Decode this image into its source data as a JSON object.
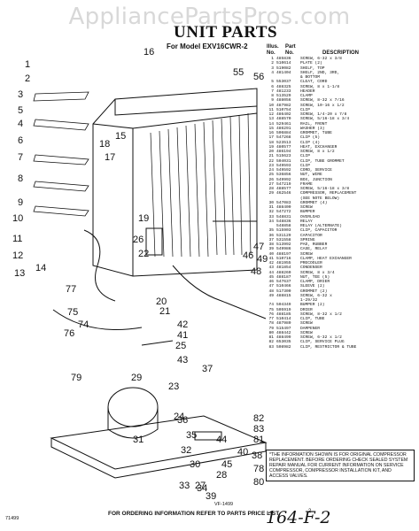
{
  "watermark": "AppliancePartsPros.com",
  "title": "UNIT PARTS",
  "model": "For Model EXV16CWR-2",
  "columns": {
    "illus": "Illus.",
    "no": "No.",
    "part": "Part",
    "part_no": "No.",
    "description": "DESCRIPTION"
  },
  "parts": [
    [
      "1",
      "485836",
      "SCREW, 6-32 x 3/8"
    ],
    [
      "2",
      "510614",
      "PLATE (2)"
    ],
    [
      "3",
      "519082",
      "SHELF, TOP"
    ],
    [
      "4",
      "481404",
      "SHELF, 2ND, 3RD,"
    ],
    [
      "",
      "",
      "& BOTTOM"
    ],
    [
      "5",
      "553037",
      "CLEAT, CORD"
    ],
    [
      "6",
      "488325",
      "SCREW, 8 x 1-1/8"
    ],
    [
      "7",
      "481233",
      "HEADER"
    ],
    [
      "8",
      "513529",
      "CLAMP"
    ],
    [
      "9",
      "488056",
      "SCREW, 8-32 x 7/16"
    ],
    [
      "10",
      "487982",
      "SCREW, 10-16 x 1/2"
    ],
    [
      "11",
      "510754",
      "CLIP"
    ],
    [
      "12",
      "486402",
      "SCREW, 1/4-20 x 7/8"
    ],
    [
      "13",
      "488570",
      "SCREW, 5/16-18 x 3/4"
    ],
    [
      "14",
      "529461",
      "RAIL, FRONT"
    ],
    [
      "15",
      "486291",
      "WASHER (3)"
    ],
    [
      "16",
      "506884",
      "GROMMET, TUBE"
    ],
    [
      "17",
      "547268",
      "CLIP (5)"
    ],
    [
      "18",
      "523513",
      "CLIP (4)"
    ],
    [
      "19",
      "480577",
      "HEAT, EXCHANGER"
    ],
    [
      "20",
      "486194",
      "SCREW, 8 x 1/2"
    ],
    [
      "21",
      "515623",
      "CLIP"
    ],
    [
      "22",
      "504031",
      "CLIP, TUBE GROMMET"
    ],
    [
      "23",
      "549593",
      "CLIP"
    ],
    [
      "24",
      "549592",
      "CORD, SERVICE"
    ],
    [
      "25",
      "536856",
      "NUT, WIRE"
    ],
    [
      "26",
      "549992",
      "BOX, JUNCTION"
    ],
    [
      "27",
      "547219",
      "FRAME"
    ],
    [
      "28",
      "488577",
      "SCREW, 5/16-18 x 3/8"
    ],
    [
      "29",
      "462546",
      "COMPRESSOR, REPLACEMENT"
    ],
    [
      "",
      "",
      "(SEE NOTE BELOW)"
    ],
    [
      "30",
      "547083",
      "GROMMET (4)"
    ],
    [
      "31",
      "488400",
      "SCREW"
    ],
    [
      "32",
      "547272",
      "BUMPER"
    ],
    [
      "33",
      "548831",
      "OVERLOAD"
    ],
    [
      "34",
      "548836",
      "RELAY"
    ],
    [
      "",
      "548858",
      "RELAY (ALTERNATE)"
    ],
    [
      "35",
      "515903",
      "CLIP, CAPACITOR"
    ],
    [
      "36",
      "531129",
      "CAPACITOR"
    ],
    [
      "37",
      "531558",
      "SPRING"
    ],
    [
      "38",
      "513992",
      "PAD, RUBBER"
    ],
    [
      "39",
      "549986",
      "CASE, RELAY"
    ],
    [
      "40",
      "488197",
      "SCREW"
    ],
    [
      "41",
      "510716",
      "CLAMP, HEAT EXCHANGER"
    ],
    [
      "42",
      "481955",
      "PRECOOLER"
    ],
    [
      "43",
      "481854",
      "CONDENSER"
    ],
    [
      "44",
      "488260",
      "SCREW, 8 x 3/4"
    ],
    [
      "45",
      "488187",
      "NUT, TEE (5)"
    ],
    [
      "46",
      "547637",
      "CLAMP, DRIER"
    ],
    [
      "47",
      "510466",
      "SLEEVE (2)"
    ],
    [
      "48",
      "517300",
      "GROMMET (2)"
    ],
    [
      "49",
      "488815",
      "SCREW, 6-32 x"
    ],
    [
      "",
      "",
      "1-29/32"
    ],
    [
      "74",
      "504349",
      "BUMPER (2)"
    ],
    [
      "75",
      "505919",
      "DRIER"
    ],
    [
      "76",
      "488185",
      "SCREW, 8-32 x 1/2"
    ],
    [
      "77",
      "510414",
      "CLIP, TUBE"
    ],
    [
      "78",
      "487980",
      "SCREW"
    ],
    [
      "79",
      "515497",
      "DAMPENER"
    ],
    [
      "80",
      "488442",
      "SCREW"
    ],
    [
      "81",
      "488499",
      "SCREW, 6-32 x 1/2"
    ],
    [
      "82",
      "653035",
      "CLIP, SERVICE PLUG"
    ],
    [
      "83",
      "508982",
      "CLIP, RESTRICTOR & TUBE"
    ]
  ],
  "note": "*THE INFORMATION SHOWN IS FOR ORIGINAL COMPRESSOR REPLACEMENT. BEFORE ORDERING CHECK SEALED SYSTEM REPAIR MANUAL FOR CURRENT INFORMATION ON SERVICE COMPRESSOR, COMPRESSOR INSTALLATION KIT, AND ACCESS VALVES.",
  "vf_code": "VF-1499",
  "footer": "FOR ORDERING INFORMATION REFER TO PARTS PRICE LIST",
  "page_code": "71499",
  "handwritten": "164-F-2",
  "page_number": "2",
  "callouts": [
    "1",
    "2",
    "3",
    "4",
    "5",
    "6",
    "7",
    "8",
    "9",
    "10",
    "11",
    "12",
    "13",
    "14",
    "15",
    "16",
    "17",
    "18",
    "19",
    "20",
    "21",
    "22",
    "23",
    "24",
    "25",
    "26",
    "27",
    "28",
    "29",
    "30",
    "31",
    "32",
    "33",
    "34",
    "35",
    "36",
    "37",
    "38",
    "39",
    "40",
    "41",
    "42",
    "43",
    "44",
    "45",
    "46",
    "47",
    "48",
    "49",
    "55",
    "56",
    "74",
    "75",
    "76",
    "77",
    "78",
    "79",
    "80",
    "81",
    "82",
    "83"
  ]
}
